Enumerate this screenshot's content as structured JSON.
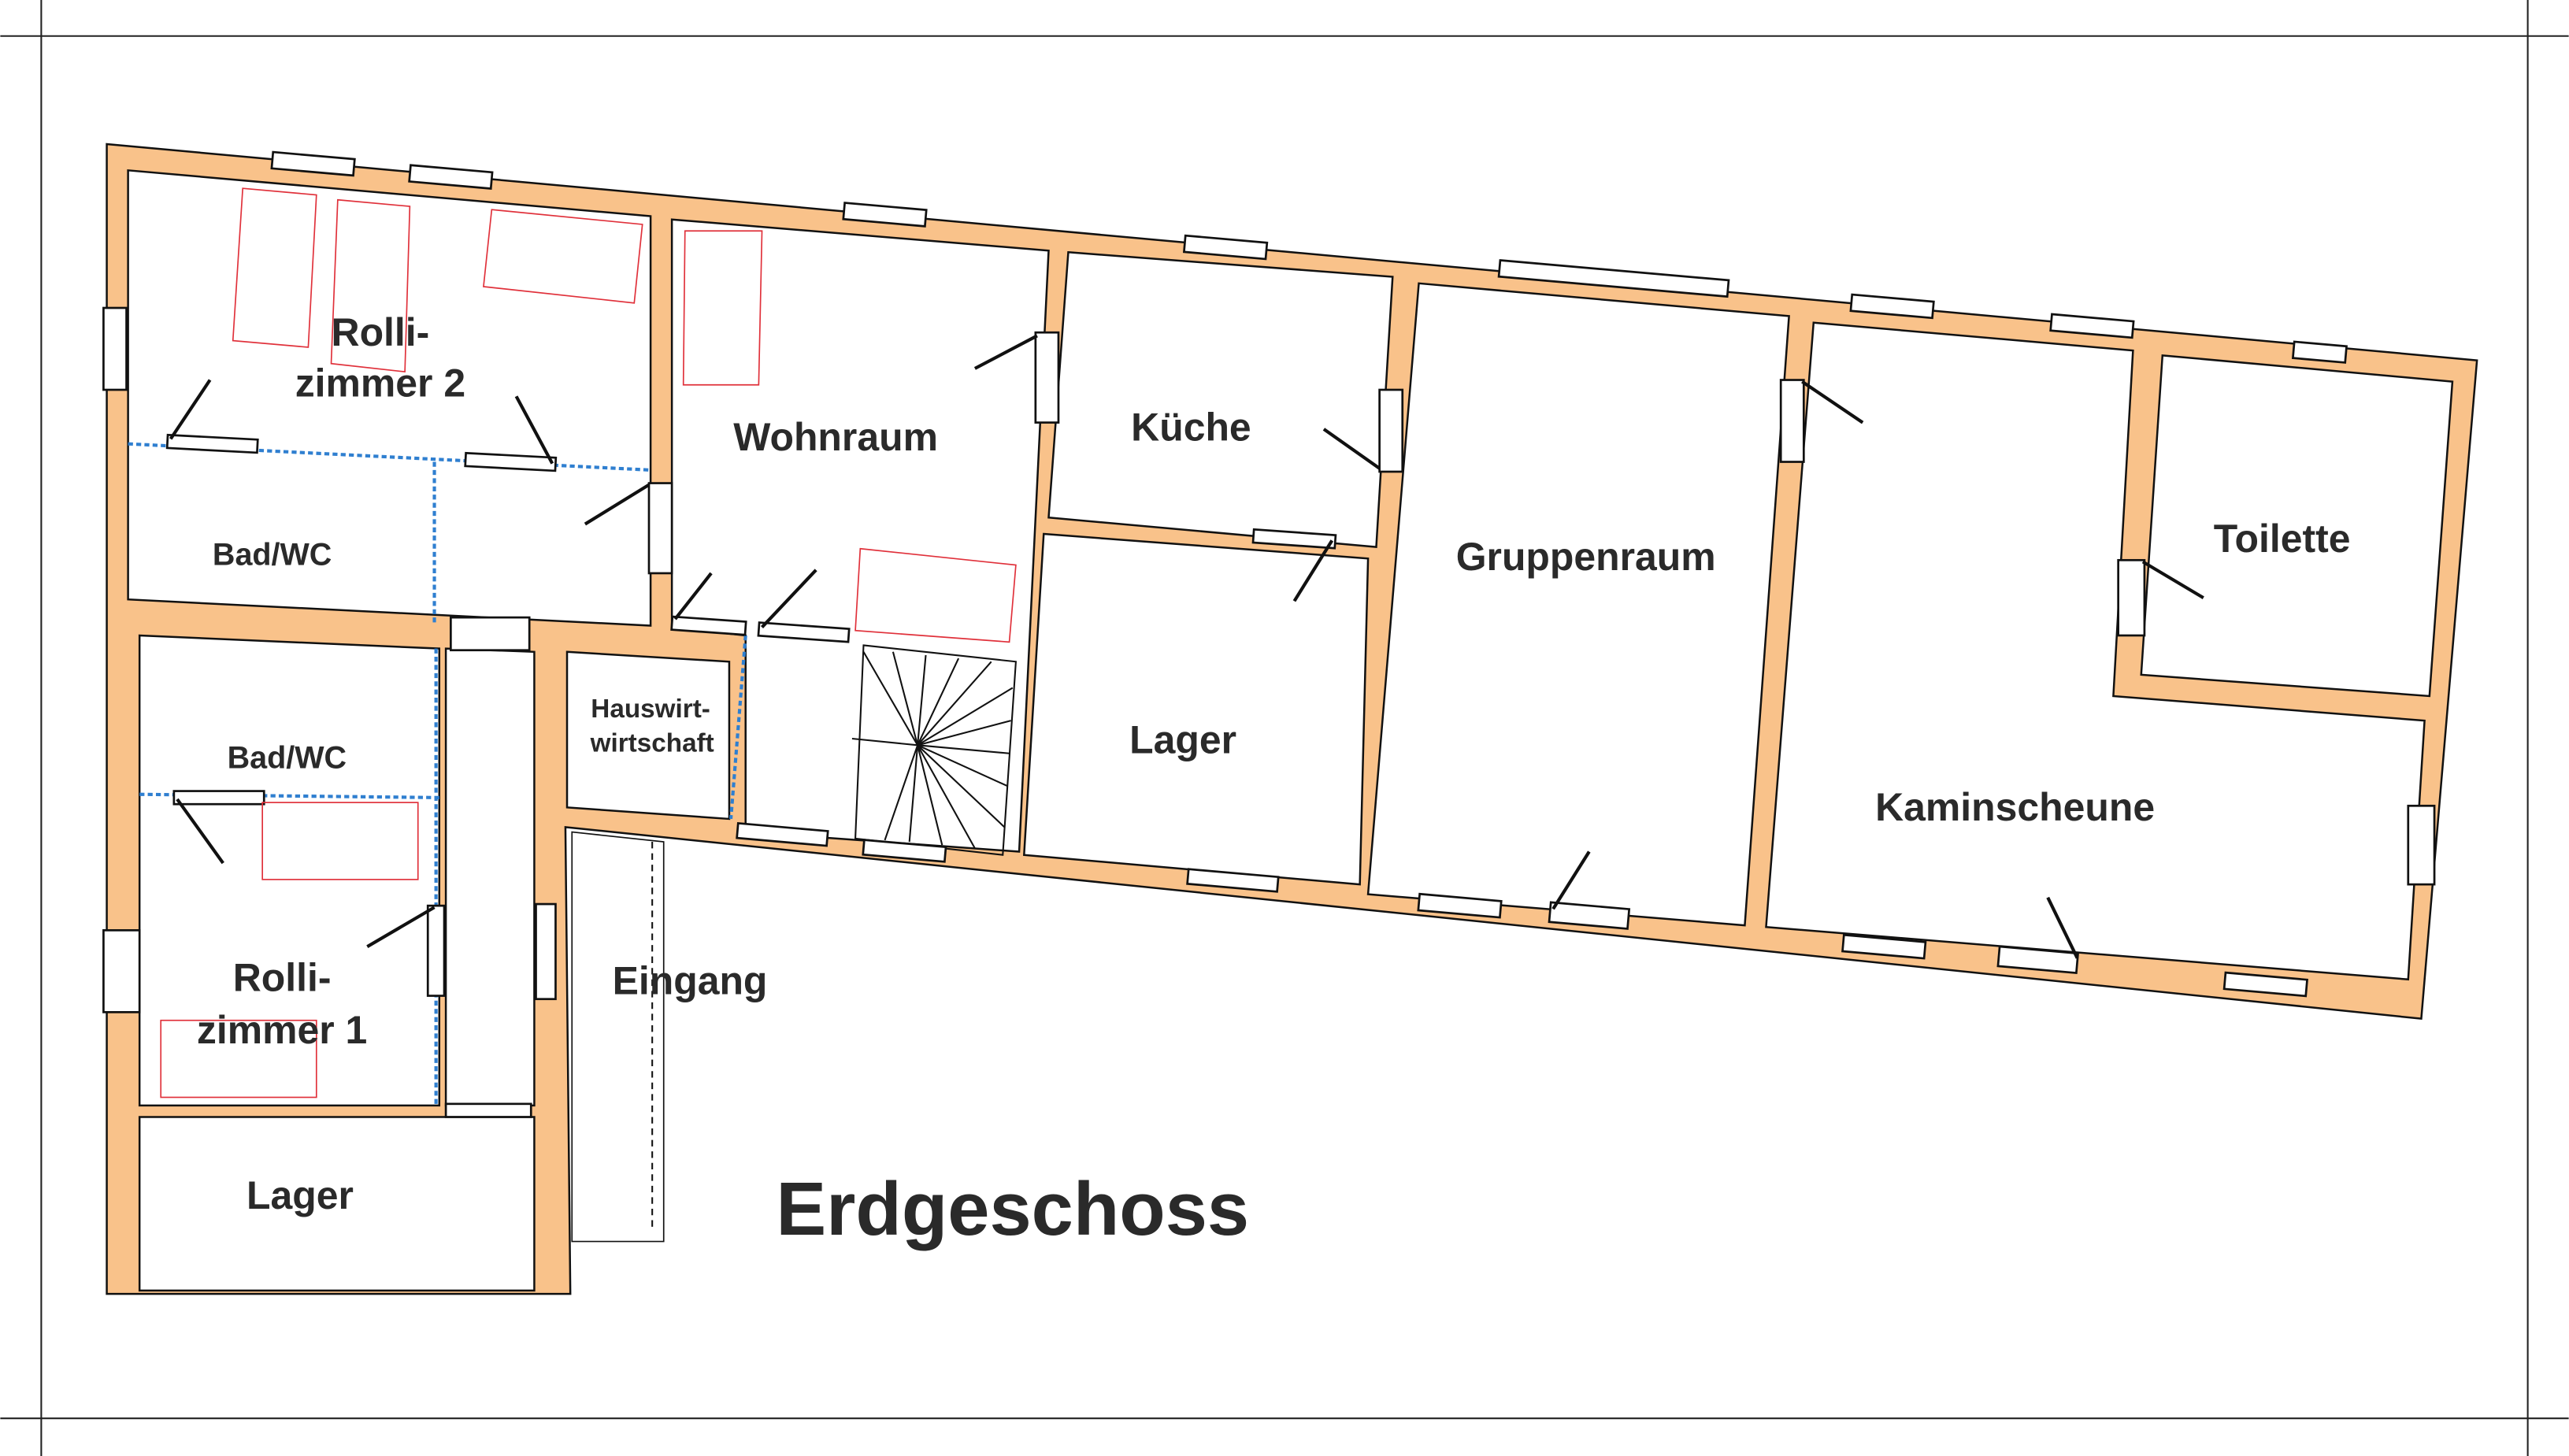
{
  "title": "Erdgeschoss",
  "colors": {
    "wall": "#F9C28A",
    "furniture": "#E0303A",
    "tile": "#2F7FD0"
  },
  "rooms": {
    "rollizimmer2_line1": "Rolli-",
    "rollizimmer2_line2": "zimmer 2",
    "badwc_upper": "Bad/WC",
    "wohnraum": "Wohnraum",
    "kueche": "Küche",
    "gruppenraum": "Gruppenraum",
    "toilette": "Toilette",
    "hauswirtschaft_line1": "Hauswirt-",
    "hauswirtschaft_line2": "wirtschaft",
    "lager_middle": "Lager",
    "kaminscheune": "Kaminscheune",
    "badwc_lower": "Bad/WC",
    "rollizimmer1_line1": "Rolli-",
    "rollizimmer1_line2": "zimmer 1",
    "eingang": "Eingang",
    "lager_lower": "Lager"
  }
}
